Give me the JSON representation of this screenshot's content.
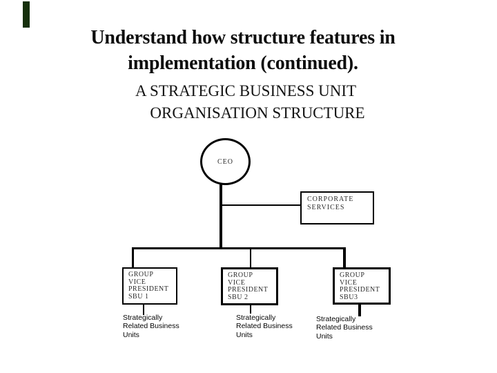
{
  "slide": {
    "title_line1": "Understand how structure features in",
    "title_line2": "implementation (continued).",
    "subtitle_line1": "A STRATEGIC BUSINESS UNIT",
    "subtitle_line2": "ORGANISATION STRUCTURE"
  },
  "diagram": {
    "ceo_label": "CEO",
    "corporate_services": {
      "line1": "CORPORATE",
      "line2": "SERVICES"
    },
    "sbu_boxes": [
      {
        "line1": "GROUP",
        "line2": "VICE",
        "line3": "PRESIDENT",
        "line4": "SBU 1"
      },
      {
        "line1": "GROUP",
        "line2": "VICE",
        "line3": "PRESIDENT",
        "line4": "SBU 2"
      },
      {
        "line1": "GROUP",
        "line2": "VICE",
        "line3": "PRESIDENT",
        "line4": "SBU3"
      }
    ],
    "sub_labels": [
      {
        "line1": "Strategically",
        "line2": "Related Business",
        "line3": "Units"
      },
      {
        "line1": "Strategically",
        "line2": "Related Business",
        "line3": "Units"
      },
      {
        "line1": "Strategically",
        "line2": "Related Business",
        "line3": "Units"
      }
    ]
  },
  "colors": {
    "background": "#ffffff",
    "line": "#000000",
    "box_text": "#2b2b2b",
    "accent_bar": "#16300c"
  }
}
